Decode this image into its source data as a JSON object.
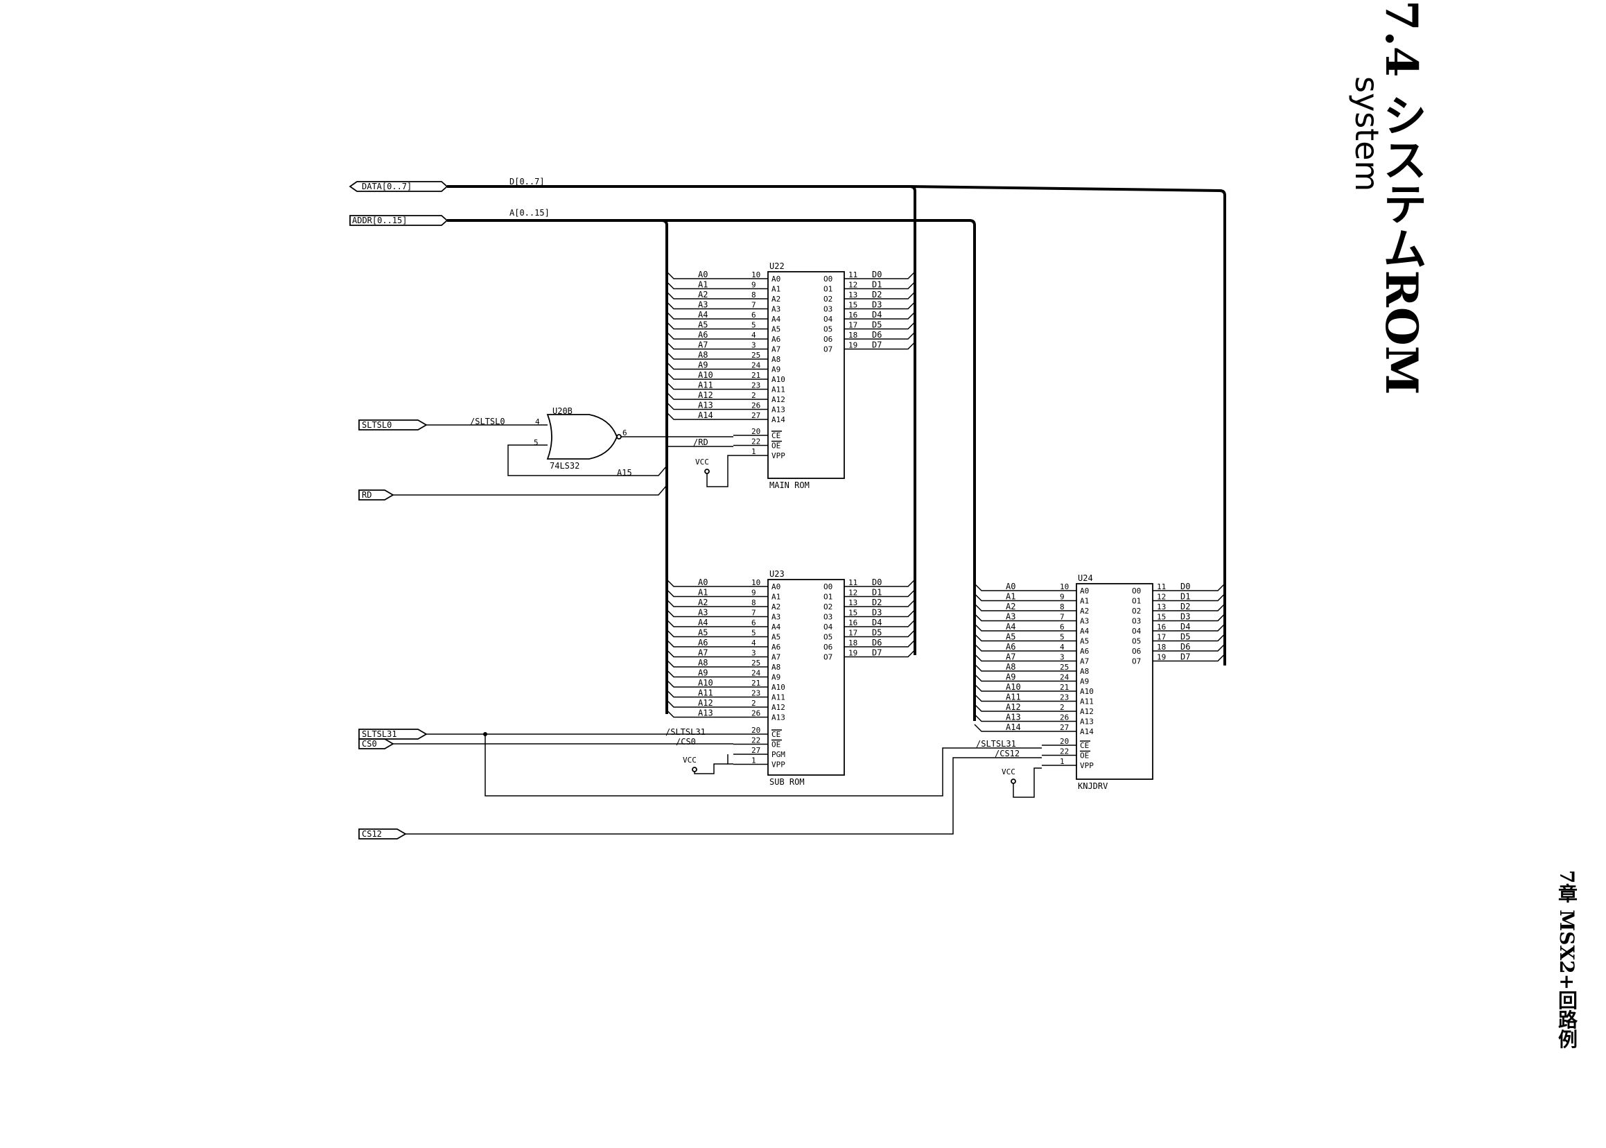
{
  "title": "7.4 システムROM",
  "subtitle": "system",
  "footer": "7章 MSX2+回路例",
  "ports": {
    "data": "DATA[0..7]",
    "addr": "ADDR[0..15]",
    "sltsl0": "SLTSL0",
    "rd": "RD",
    "sltsl31": "SLTSL31",
    "cs0": "CS0",
    "cs12": "CS12"
  },
  "bus_labels": {
    "data": "D[0..7]",
    "addr": "A[0..15]"
  },
  "gate": {
    "ref": "U20B",
    "part": "74LS32",
    "pin_in1": "4",
    "pin_in2": "5",
    "pin_out": "6",
    "in1_net": "/SLTSL0",
    "in2_net": "A15"
  },
  "nets": {
    "rd": "/RD",
    "vcc": "VCC",
    "sltsl31": "/SLTSL31",
    "cs0": "/CS0",
    "cs12": "/CS12"
  },
  "chips": [
    {
      "ref": "U22",
      "name": "MAIN ROM",
      "addr_pins": [
        [
          "A0",
          "10"
        ],
        [
          "A1",
          "9"
        ],
        [
          "A2",
          "8"
        ],
        [
          "A3",
          "7"
        ],
        [
          "A4",
          "6"
        ],
        [
          "A5",
          "5"
        ],
        [
          "A6",
          "4"
        ],
        [
          "A7",
          "3"
        ],
        [
          "A8",
          "25"
        ],
        [
          "A9",
          "24"
        ],
        [
          "A10",
          "21"
        ],
        [
          "A11",
          "23"
        ],
        [
          "A12",
          "2"
        ],
        [
          "A13",
          "26"
        ],
        [
          "A14",
          "27"
        ]
      ],
      "data_pins": [
        [
          "D0",
          "11"
        ],
        [
          "D1",
          "12"
        ],
        [
          "D2",
          "13"
        ],
        [
          "D3",
          "15"
        ],
        [
          "D4",
          "16"
        ],
        [
          "D5",
          "17"
        ],
        [
          "D6",
          "18"
        ],
        [
          "D7",
          "19"
        ]
      ],
      "ctrl_pins": [
        [
          "CE",
          "20"
        ],
        [
          "OE",
          "22"
        ],
        [
          "VPP",
          "1"
        ]
      ]
    },
    {
      "ref": "U23",
      "name": "SUB ROM",
      "addr_pins": [
        [
          "A0",
          "10"
        ],
        [
          "A1",
          "9"
        ],
        [
          "A2",
          "8"
        ],
        [
          "A3",
          "7"
        ],
        [
          "A4",
          "6"
        ],
        [
          "A5",
          "5"
        ],
        [
          "A6",
          "4"
        ],
        [
          "A7",
          "3"
        ],
        [
          "A8",
          "25"
        ],
        [
          "A9",
          "24"
        ],
        [
          "A10",
          "21"
        ],
        [
          "A11",
          "23"
        ],
        [
          "A12",
          "2"
        ],
        [
          "A13",
          "26"
        ]
      ],
      "data_pins": [
        [
          "D0",
          "11"
        ],
        [
          "D1",
          "12"
        ],
        [
          "D2",
          "13"
        ],
        [
          "D3",
          "15"
        ],
        [
          "D4",
          "16"
        ],
        [
          "D5",
          "17"
        ],
        [
          "D6",
          "18"
        ],
        [
          "D7",
          "19"
        ]
      ],
      "ctrl_pins": [
        [
          "CE",
          "20"
        ],
        [
          "OE",
          "22"
        ],
        [
          "PGM",
          "27"
        ],
        [
          "VPP",
          "1"
        ]
      ]
    },
    {
      "ref": "U24",
      "name": "KNJDRV",
      "addr_pins": [
        [
          "A0",
          "10"
        ],
        [
          "A1",
          "9"
        ],
        [
          "A2",
          "8"
        ],
        [
          "A3",
          "7"
        ],
        [
          "A4",
          "6"
        ],
        [
          "A5",
          "5"
        ],
        [
          "A6",
          "4"
        ],
        [
          "A7",
          "3"
        ],
        [
          "A8",
          "25"
        ],
        [
          "A9",
          "24"
        ],
        [
          "A10",
          "21"
        ],
        [
          "A11",
          "23"
        ],
        [
          "A12",
          "2"
        ],
        [
          "A13",
          "26"
        ],
        [
          "A14",
          "27"
        ]
      ],
      "data_pins": [
        [
          "D0",
          "11"
        ],
        [
          "D1",
          "12"
        ],
        [
          "D2",
          "13"
        ],
        [
          "D3",
          "15"
        ],
        [
          "D4",
          "16"
        ],
        [
          "D5",
          "17"
        ],
        [
          "D6",
          "18"
        ],
        [
          "D7",
          "19"
        ]
      ],
      "ctrl_pins": [
        [
          "CE",
          "20"
        ],
        [
          "OE",
          "22"
        ],
        [
          "VPP",
          "1"
        ]
      ]
    }
  ]
}
